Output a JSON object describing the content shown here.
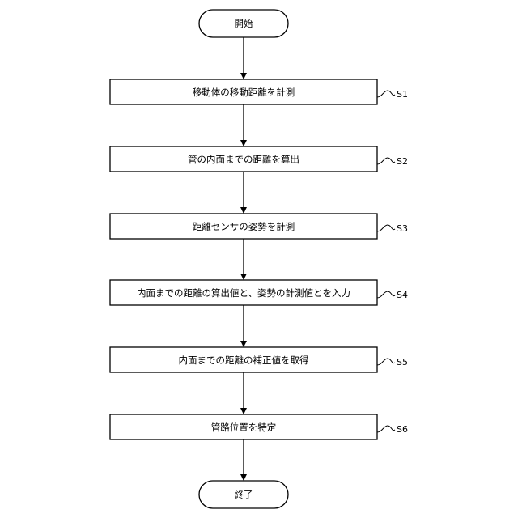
{
  "flowchart": {
    "start": "開始",
    "end": "終了",
    "steps": [
      {
        "text": "移動体の移動距離を計測",
        "tag": "S1"
      },
      {
        "text": "管の内面までの距離を算出",
        "tag": "S2"
      },
      {
        "text": "距離センサの姿勢を計測",
        "tag": "S3"
      },
      {
        "text": "内面までの距離の算出値と、姿勢の計測値とを入力",
        "tag": "S4"
      },
      {
        "text": "内面までの距離の補正値を取得",
        "tag": "S5"
      },
      {
        "text": "管路位置を特定",
        "tag": "S6"
      }
    ]
  }
}
